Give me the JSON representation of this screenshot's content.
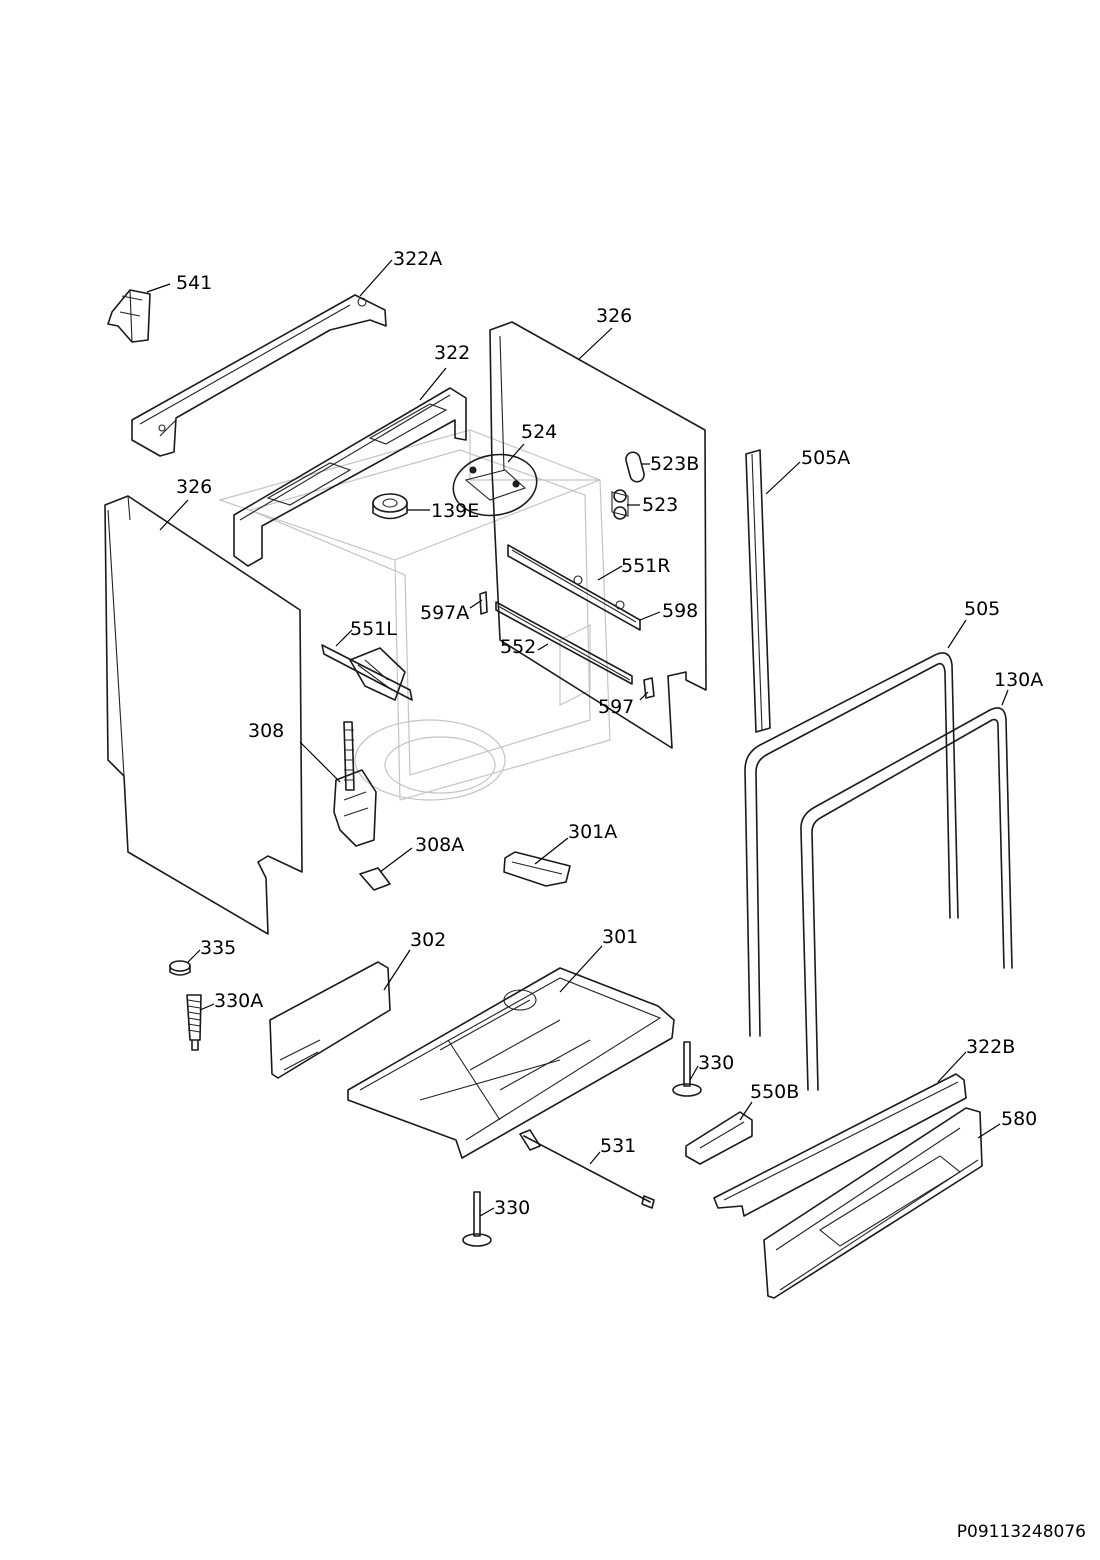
{
  "diagram_code": "P09113248076",
  "labels": {
    "l541": "541",
    "l322A": "322A",
    "l326_top": "326",
    "l322": "322",
    "l524": "524",
    "l523B": "523B",
    "l505A": "505A",
    "l326_left": "326",
    "l139E": "139E",
    "l523": "523",
    "l551R": "551R",
    "l597A": "597A",
    "l598": "598",
    "l505": "505",
    "l551L": "551L",
    "l552": "552",
    "l130A": "130A",
    "l597": "597",
    "l308": "308",
    "l308A": "308A",
    "l301A": "301A",
    "l335": "335",
    "l302": "302",
    "l301": "301",
    "l330A": "330A",
    "l330_mid": "330",
    "l322B": "322B",
    "l550B": "550B",
    "l580": "580",
    "l531": "531",
    "l330_bot": "330"
  }
}
